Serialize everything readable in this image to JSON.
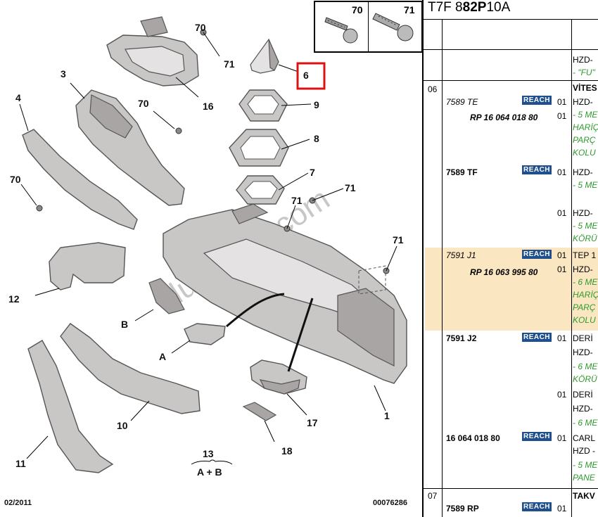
{
  "diagram": {
    "date": "02/2011",
    "drawing_number": "00076286",
    "watermark": "duyukoto.com",
    "callouts": [
      "70",
      "71",
      "3",
      "16",
      "4",
      "70",
      "70",
      "71",
      "6",
      "9",
      "8",
      "7",
      "71",
      "71",
      "71",
      "B",
      "12",
      "A",
      "10",
      "11",
      "13",
      "A + B",
      "17",
      "18",
      "1"
    ],
    "highlighted_part": "6",
    "inset": {
      "left_number": "70",
      "right_number": "71"
    }
  },
  "table": {
    "header": {
      "part1": "T7F 8 ",
      "part2": "82P",
      "part3": " 10A"
    },
    "row0": {
      "desc1": "HZD-",
      "desc2": "- \"FU\""
    },
    "sections": [
      "06",
      "07"
    ],
    "rows": [
      {
        "code": "7589 TE",
        "ref": "RP 16 064 018 80",
        "reach": "REACH",
        "qty": [
          "01",
          "01"
        ],
        "desc": [
          "VİTES",
          "HZD-",
          "- 5 ME",
          "HARİÇ",
          "PARÇ",
          "KOLU"
        ]
      },
      {
        "code": "7589 TF",
        "reach": "REACH",
        "qty": [
          "01",
          "01"
        ],
        "desc": [
          "HZD-",
          "- 5 ME",
          "HZD-",
          "- 5 ME",
          "KÖRÜ"
        ]
      },
      {
        "code": "7591 J1",
        "ref": "RP 16 063 995 80",
        "reach": "REACH",
        "qty": [
          "01",
          "01"
        ],
        "desc": [
          "TEP 1",
          "HZD-",
          "- 6 ME",
          "HARİÇ",
          "PARÇ",
          "KOLU"
        ]
      },
      {
        "code": "7591 J2",
        "reach": "REACH",
        "qty": [
          "01",
          "01"
        ],
        "desc": [
          "DERİ",
          "HZD-",
          "- 6 ME",
          "KÖRÜ",
          "DERİ",
          "HZD-",
          "- 6 ME"
        ]
      },
      {
        "code": "16 064 018 80",
        "reach": "REACH",
        "qty": [
          "01"
        ],
        "desc": [
          "CARL",
          "HZD -",
          "- 5 ME",
          "PANE"
        ]
      },
      {
        "code": "7589 RP",
        "reach": "REACH",
        "qty": [
          "01"
        ],
        "desc": [
          "TAKV"
        ]
      }
    ]
  }
}
